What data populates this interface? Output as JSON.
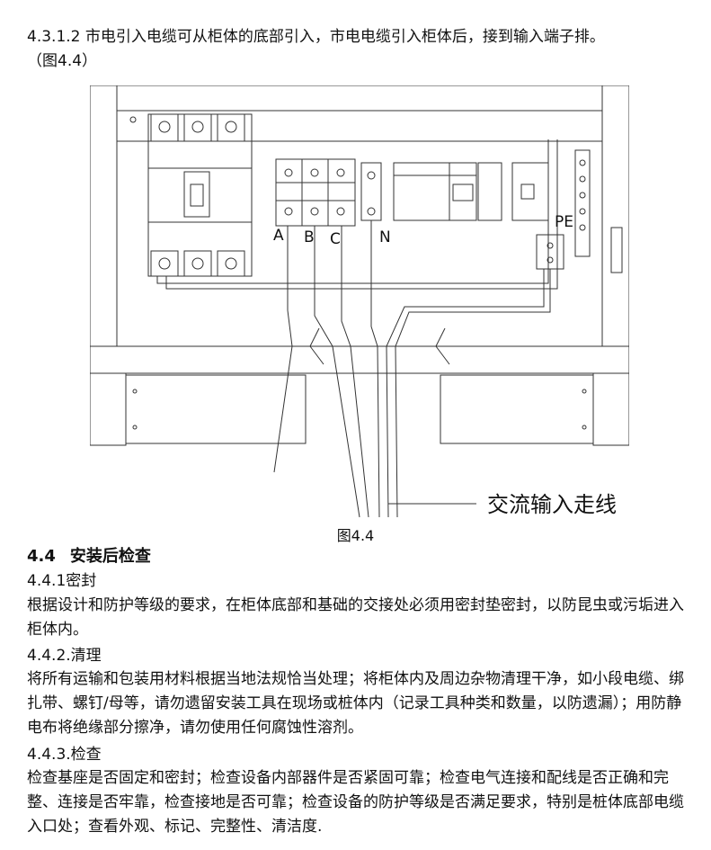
{
  "intro": {
    "line1": "4.3.1.2 市电引入电缆可从柜体的底部引入，市电电缆引入柜体后，接到输入端子排。",
    "line2": "（图4.4）"
  },
  "figure": {
    "labels": {
      "a": "A",
      "b": "B",
      "c": "C",
      "n": "N",
      "pe": "PE"
    },
    "callout": "交流输入走线",
    "caption": "图4.4"
  },
  "section": {
    "number": "4.4",
    "title": "安装后检查"
  },
  "s1": {
    "title": "4.4.1密封",
    "body": "根据设计和防护等级的要求，在柜体底部和基础的交接处必须用密封垫密封，以防昆虫或污垢进入柜体内。"
  },
  "s2": {
    "title": "4.4.2.清理",
    "body": "将所有运输和包装用材料根据当地法规恰当处理；将柜体内及周边杂物清理干净，如小段电缆、绑扎带、螺钉/母等，请勿遗留安装工具在现场或桩体内（记录工具种类和数量，以防遗漏）；用防静电布将绝缘部分擦净，请勿使用任何腐蚀性溶剂。"
  },
  "s3": {
    "title": "4.4.3.检查",
    "body": "检查基座是否固定和密封；检查设备内部器件是否紧固可靠；检查电气连接和配线是否正确和完整、连接是否牢靠，检查接地是否可靠；检查设备的防护等级是否满足要求，特别是桩体底部电缆入口处；查看外观、标记、完整性、清洁度."
  }
}
